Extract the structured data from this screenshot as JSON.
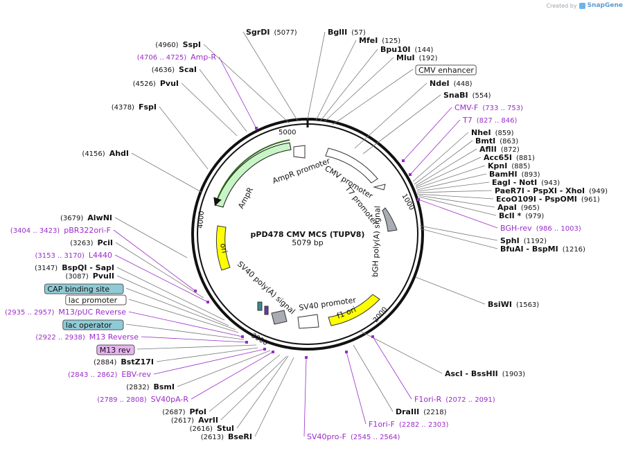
{
  "credit": {
    "prefix": "Created by",
    "brand": "SnapGene"
  },
  "plasmid": {
    "name": "pPD478 CMV MCS (TUPV8)",
    "size": "5079 bp"
  },
  "ring_ticks": [
    "1000",
    "2000",
    "3000",
    "4000",
    "5000"
  ],
  "sites": [
    {
      "label": "SgrDI",
      "pos": "(5077)",
      "kind": "enzyme"
    },
    {
      "label": "BglII",
      "pos": "(57)",
      "kind": "enzyme"
    },
    {
      "label": "SspI",
      "pos": "(4960)",
      "kind": "enzyme"
    },
    {
      "label": "MfeI",
      "pos": "(125)",
      "kind": "enzyme"
    },
    {
      "label": "Bpu10I",
      "pos": "(144)",
      "kind": "enzyme"
    },
    {
      "label": "Amp-R",
      "pos": "(4706 .. 4725)",
      "kind": "primer"
    },
    {
      "label": "MluI",
      "pos": "(192)",
      "kind": "enzyme"
    },
    {
      "label": "ScaI",
      "pos": "(4636)",
      "kind": "enzyme"
    },
    {
      "label": "CMV enhancer",
      "pos": "",
      "kind": "feature"
    },
    {
      "label": "PvuI",
      "pos": "(4526)",
      "kind": "enzyme"
    },
    {
      "label": "NdeI",
      "pos": "(448)",
      "kind": "enzyme"
    },
    {
      "label": "SnaBI",
      "pos": "(554)",
      "kind": "enzyme"
    },
    {
      "label": "FspI",
      "pos": "(4378)",
      "kind": "enzyme"
    },
    {
      "label": "CMV-F",
      "pos": "(733 .. 753)",
      "kind": "primer"
    },
    {
      "label": "T7",
      "pos": "(827 .. 846)",
      "kind": "primer"
    },
    {
      "label": "NheI",
      "pos": "(859)",
      "kind": "enzyme"
    },
    {
      "label": "BmtI",
      "pos": "(863)",
      "kind": "enzyme"
    },
    {
      "label": "AflII",
      "pos": "(872)",
      "kind": "enzyme"
    },
    {
      "label": "AhdI",
      "pos": "(4156)",
      "kind": "enzyme"
    },
    {
      "label": "Acc65I",
      "pos": "(881)",
      "kind": "enzyme"
    },
    {
      "label": "KpnI",
      "pos": "(885)",
      "kind": "enzyme"
    },
    {
      "label": "BamHI",
      "pos": "(893)",
      "kind": "enzyme"
    },
    {
      "label": "EagI - NotI",
      "pos": "(943)",
      "kind": "enzyme"
    },
    {
      "label": "PaeR7I - PspXI - XhoI",
      "pos": "(949)",
      "kind": "enzyme"
    },
    {
      "label": "EcoO109I - PspOMI",
      "pos": "(961)",
      "kind": "enzyme"
    },
    {
      "label": "ApaI",
      "pos": "(965)",
      "kind": "enzyme"
    },
    {
      "label": "BclI *",
      "pos": "(979)",
      "kind": "enzyme"
    },
    {
      "label": "AlwNI",
      "pos": "(3679)",
      "kind": "enzyme"
    },
    {
      "label": "BGH-rev",
      "pos": "(986 .. 1003)",
      "kind": "primer"
    },
    {
      "label": "pBR322ori-F",
      "pos": "(3404 .. 3423)",
      "kind": "primer"
    },
    {
      "label": "SphI",
      "pos": "(1192)",
      "kind": "enzyme"
    },
    {
      "label": "PciI",
      "pos": "(3263)",
      "kind": "enzyme"
    },
    {
      "label": "BfuAI - BspMI",
      "pos": "(1216)",
      "kind": "enzyme"
    },
    {
      "label": "L4440",
      "pos": "(3153 .. 3170)",
      "kind": "primer"
    },
    {
      "label": "BspQI - SapI",
      "pos": "(3147)",
      "kind": "enzyme"
    },
    {
      "label": "PvuII",
      "pos": "(3087)",
      "kind": "enzyme"
    },
    {
      "label": "CAP binding site",
      "pos": "",
      "kind": "feature"
    },
    {
      "label": "lac promoter",
      "pos": "",
      "kind": "feature"
    },
    {
      "label": "BsiWI",
      "pos": "(1563)",
      "kind": "enzyme"
    },
    {
      "label": "M13/pUC Reverse",
      "pos": "(2935 .. 2957)",
      "kind": "primer"
    },
    {
      "label": "lac operator",
      "pos": "",
      "kind": "feature"
    },
    {
      "label": "M13 Reverse",
      "pos": "(2922 .. 2938)",
      "kind": "primer"
    },
    {
      "label": "M13 rev",
      "pos": "",
      "kind": "feature"
    },
    {
      "label": "BstZ17I",
      "pos": "(2884)",
      "kind": "enzyme"
    },
    {
      "label": "AscI - BssHII",
      "pos": "(1903)",
      "kind": "enzyme"
    },
    {
      "label": "EBV-rev",
      "pos": "(2843 .. 2862)",
      "kind": "primer"
    },
    {
      "label": "BsmI",
      "pos": "(2832)",
      "kind": "enzyme"
    },
    {
      "label": "SV40pA-R",
      "pos": "(2789 .. 2808)",
      "kind": "primer"
    },
    {
      "label": "F1ori-R",
      "pos": "(2072 .. 2091)",
      "kind": "primer"
    },
    {
      "label": "DraIII",
      "pos": "(2218)",
      "kind": "enzyme"
    },
    {
      "label": "PfoI",
      "pos": "(2687)",
      "kind": "enzyme"
    },
    {
      "label": "AvrII",
      "pos": "(2617)",
      "kind": "enzyme"
    },
    {
      "label": "F1ori-F",
      "pos": "(2282 .. 2303)",
      "kind": "primer"
    },
    {
      "label": "StuI",
      "pos": "(2616)",
      "kind": "enzyme"
    },
    {
      "label": "BseRI",
      "pos": "(2613)",
      "kind": "enzyme"
    },
    {
      "label": "SV40pro-F",
      "pos": "(2545 .. 2564)",
      "kind": "primer"
    }
  ],
  "features": [
    {
      "label": "CMV promoter"
    },
    {
      "label": "T7 promoter"
    },
    {
      "label": "bGH poly(A) signal"
    },
    {
      "label": "f1 ori"
    },
    {
      "label": "SV40 promoter"
    },
    {
      "label": "SV40 poly(A) signal"
    },
    {
      "label": "ori"
    },
    {
      "label": "AmpR"
    },
    {
      "label": "AmpR promoter"
    }
  ],
  "colors": {
    "ampr": "#c8f5c6",
    "ori": "#ffff00",
    "f1ori": "#ffff00",
    "bgh": "#a9adb3",
    "promoter": "#ffffff",
    "primer": "#9a2bc8",
    "cap": "#8fcbd6",
    "m13rev": "#e7b3f0"
  }
}
